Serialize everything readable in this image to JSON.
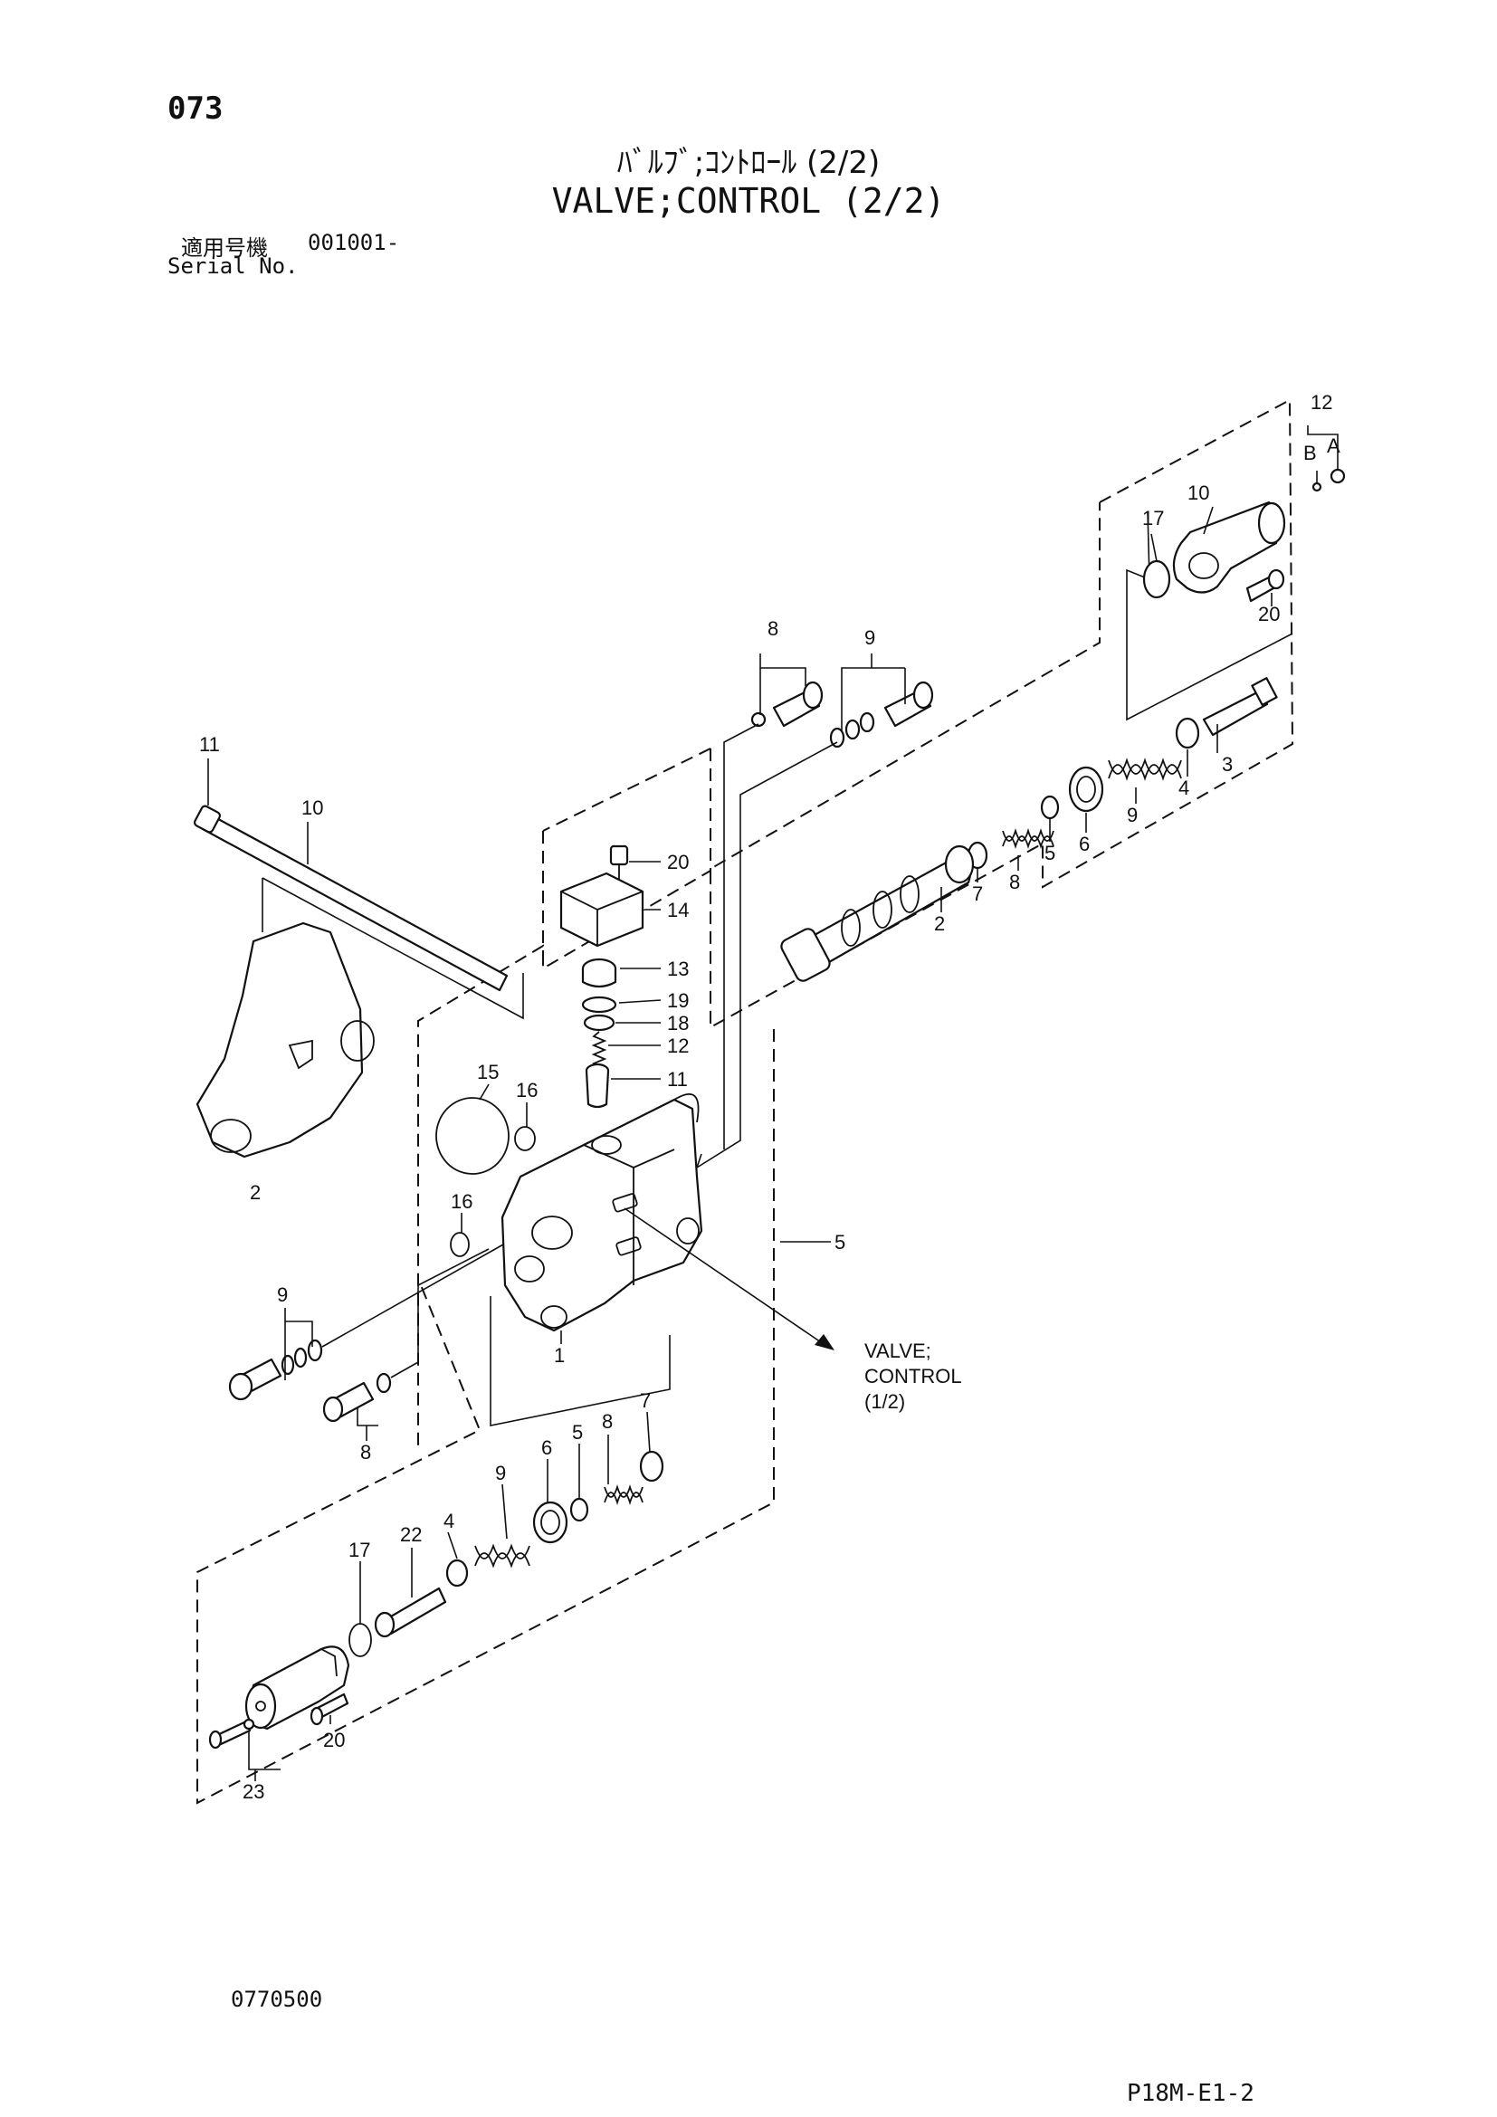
{
  "header": {
    "page_number": "073",
    "title_jp": "ﾊﾞﾙﾌﾞ;ｺﾝﾄﾛｰﾙ (2/2)",
    "title_en": "VALVE;CONTROL (2/2)",
    "serial_label_jp": "適用号機",
    "serial_value": "001001-",
    "serial_label_en": "Serial No."
  },
  "footer": {
    "drawing_code": "0770500",
    "page_code": "P18M-E1-2"
  },
  "reference_note": {
    "line1": "VALVE;",
    "line2": "CONTROL",
    "line3": "(1/2)"
  },
  "callouts": {
    "c12_top": "12",
    "cB": "B",
    "cA": "A",
    "c10_top": "10",
    "c17_top": "17",
    "c20_top": "20",
    "c3_top": "3",
    "c4_top": "4",
    "c9_top": "9",
    "c6_top": "6",
    "c5_top": "5",
    "c8_top": "8",
    "c7_top": "7",
    "c2_spool": "2",
    "c8_fit": "8",
    "c9_fit": "9",
    "c11_left": "11",
    "c10_left": "10",
    "c20_mid": "20",
    "c14": "14",
    "c13": "13",
    "c19": "19",
    "c18": "18",
    "c12_mid": "12",
    "c11_mid": "11",
    "c15": "15",
    "c16_top": "16",
    "c16_low": "16",
    "c2_body": "2",
    "c1": "1",
    "c5_right": "5",
    "c9_low": "9",
    "c8_low": "8",
    "c4_low": "4",
    "c9_bot": "9",
    "c6_bot": "6",
    "c5_bot": "5",
    "c8_bot": "8",
    "c7_bot": "7",
    "c22": "22",
    "c17_bot": "17",
    "c20_bot": "20",
    "c23": "23"
  }
}
